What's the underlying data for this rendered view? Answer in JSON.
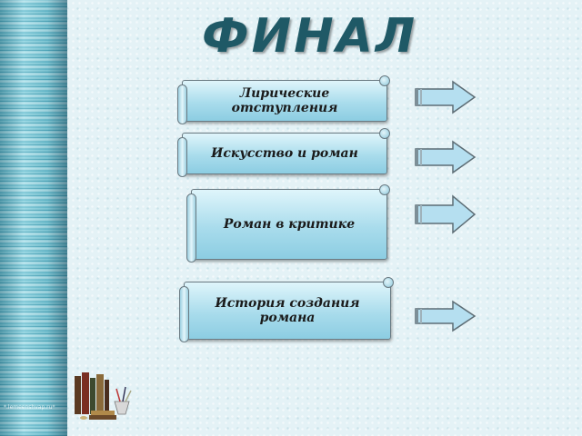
{
  "slide": {
    "title": "ФИНАЛ",
    "watermark": "*.lemeenshvap.ru*"
  },
  "menu": {
    "items": [
      {
        "label": "Лирические отступления"
      },
      {
        "label": "Искусство и роман"
      },
      {
        "label": "Роман в критике"
      },
      {
        "label": "История создания романа"
      }
    ]
  },
  "colors": {
    "title": "#1f5966",
    "scroll_fill": "#a9dcec",
    "arrow_fill": "#b5dff0",
    "left_bar": "#5fb9cc"
  },
  "icons": {
    "arrow": "arrow-right-icon",
    "books": "books-stack-icon"
  }
}
